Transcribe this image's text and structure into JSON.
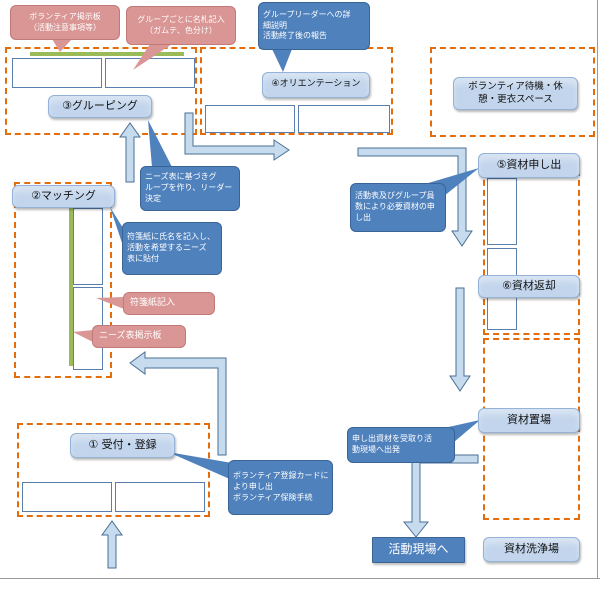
{
  "colors": {
    "zone_border": "#e46c0a",
    "station_fill": "#c2d5ec",
    "station_border": "#95b3d7",
    "callout_blue": "#4f81bd",
    "callout_pink": "#d99694",
    "green_bar": "#9bbb59",
    "arrow_fill": "#c6dcee",
    "arrow_stroke": "#4a6f94",
    "site_button": "#4f81bd"
  },
  "stations": {
    "reception": "① 受付・登録",
    "matching": "②マッチング",
    "grouping": "③グルーピング",
    "orientation": "④オリエンテーション",
    "material_request": "⑤資材申し出",
    "material_return": "⑥資材返却",
    "material_storage": "資材置場",
    "material_washing": "資材洗浄場",
    "standby_space": "ボランティア待機・休\n憩・更衣スペース",
    "to_site": "活動現場へ"
  },
  "notes": {
    "bulletin_board": "ボランティア掲示板\n（活動注意事項等）",
    "name_tags": "グループごとに名札記入\n（ガムテ、色分け）",
    "leader_briefing": "グループリーダーへの詳\n細説明\n活動終了後の報告",
    "form_groups": "ニーズ表に基づきグ\nループを作り、リーダー\n決定",
    "sticky_note_apply": "符箋紙に氏名を記入し、\n活動を希望するニーズ\n表に貼付",
    "sticky_note_write": "符箋紙記入",
    "needs_board": "ニーズ表掲示板",
    "request_materials": "活動表及びグループ員\n数により必要資材の申\nし出",
    "receive_materials": "申し出資材を受取り活\n動現場へ出発",
    "registration": "ボランティア登録カードに\nより申し出\nボランティア保険手続"
  }
}
